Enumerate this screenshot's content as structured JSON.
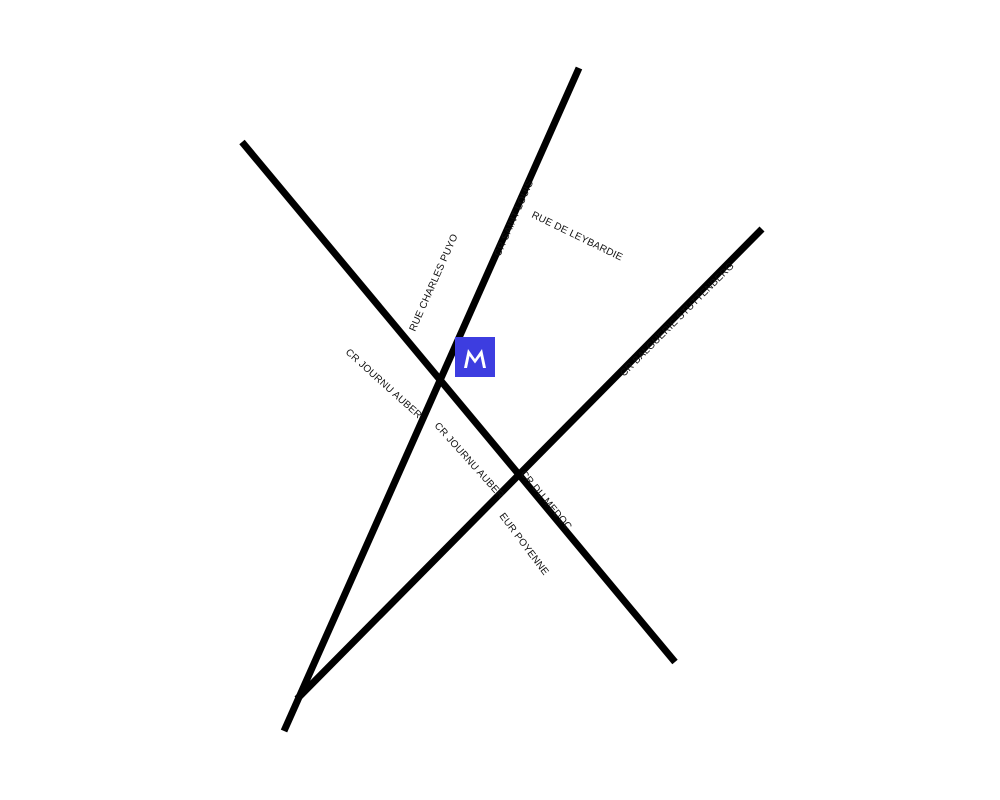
{
  "map": {
    "background_color": "#ffffff",
    "street_color": "#000000",
    "streets": [
      {
        "id": "cr-saint-louis",
        "name": "CR SAINT LOUIS"
      },
      {
        "id": "cr-journu-auber",
        "name": "CR JOURNU AUBER"
      },
      {
        "id": "cr-du-medoc",
        "name": "CR DU MEDOC"
      },
      {
        "id": "cr-balguerie-stuttenberg",
        "name": "CR BALGUERIE STUTTENBERG"
      }
    ],
    "labels": {
      "cr_saint_louis": "CR SAINT LOUIS",
      "rue_de_leybardie": "RUE DE LEYBARDIE",
      "rue_charles_puyo": "RUE CHARLES PUYO",
      "cr_journu_auber_upper": "CR JOURNU AUBER",
      "cr_journu_auber_lower": "CR JOURNU AUBER",
      "cr_du_medoc": "CR DU MEDOC",
      "cr_balguerie_stuttenberg": "CR BALGUERIE STUTTENBERG",
      "eur_poyenne": "EUR POYENNE"
    },
    "marker": {
      "icon": "m-logo-icon",
      "color": "#3d3de0",
      "letter_color": "#ffffff"
    }
  }
}
